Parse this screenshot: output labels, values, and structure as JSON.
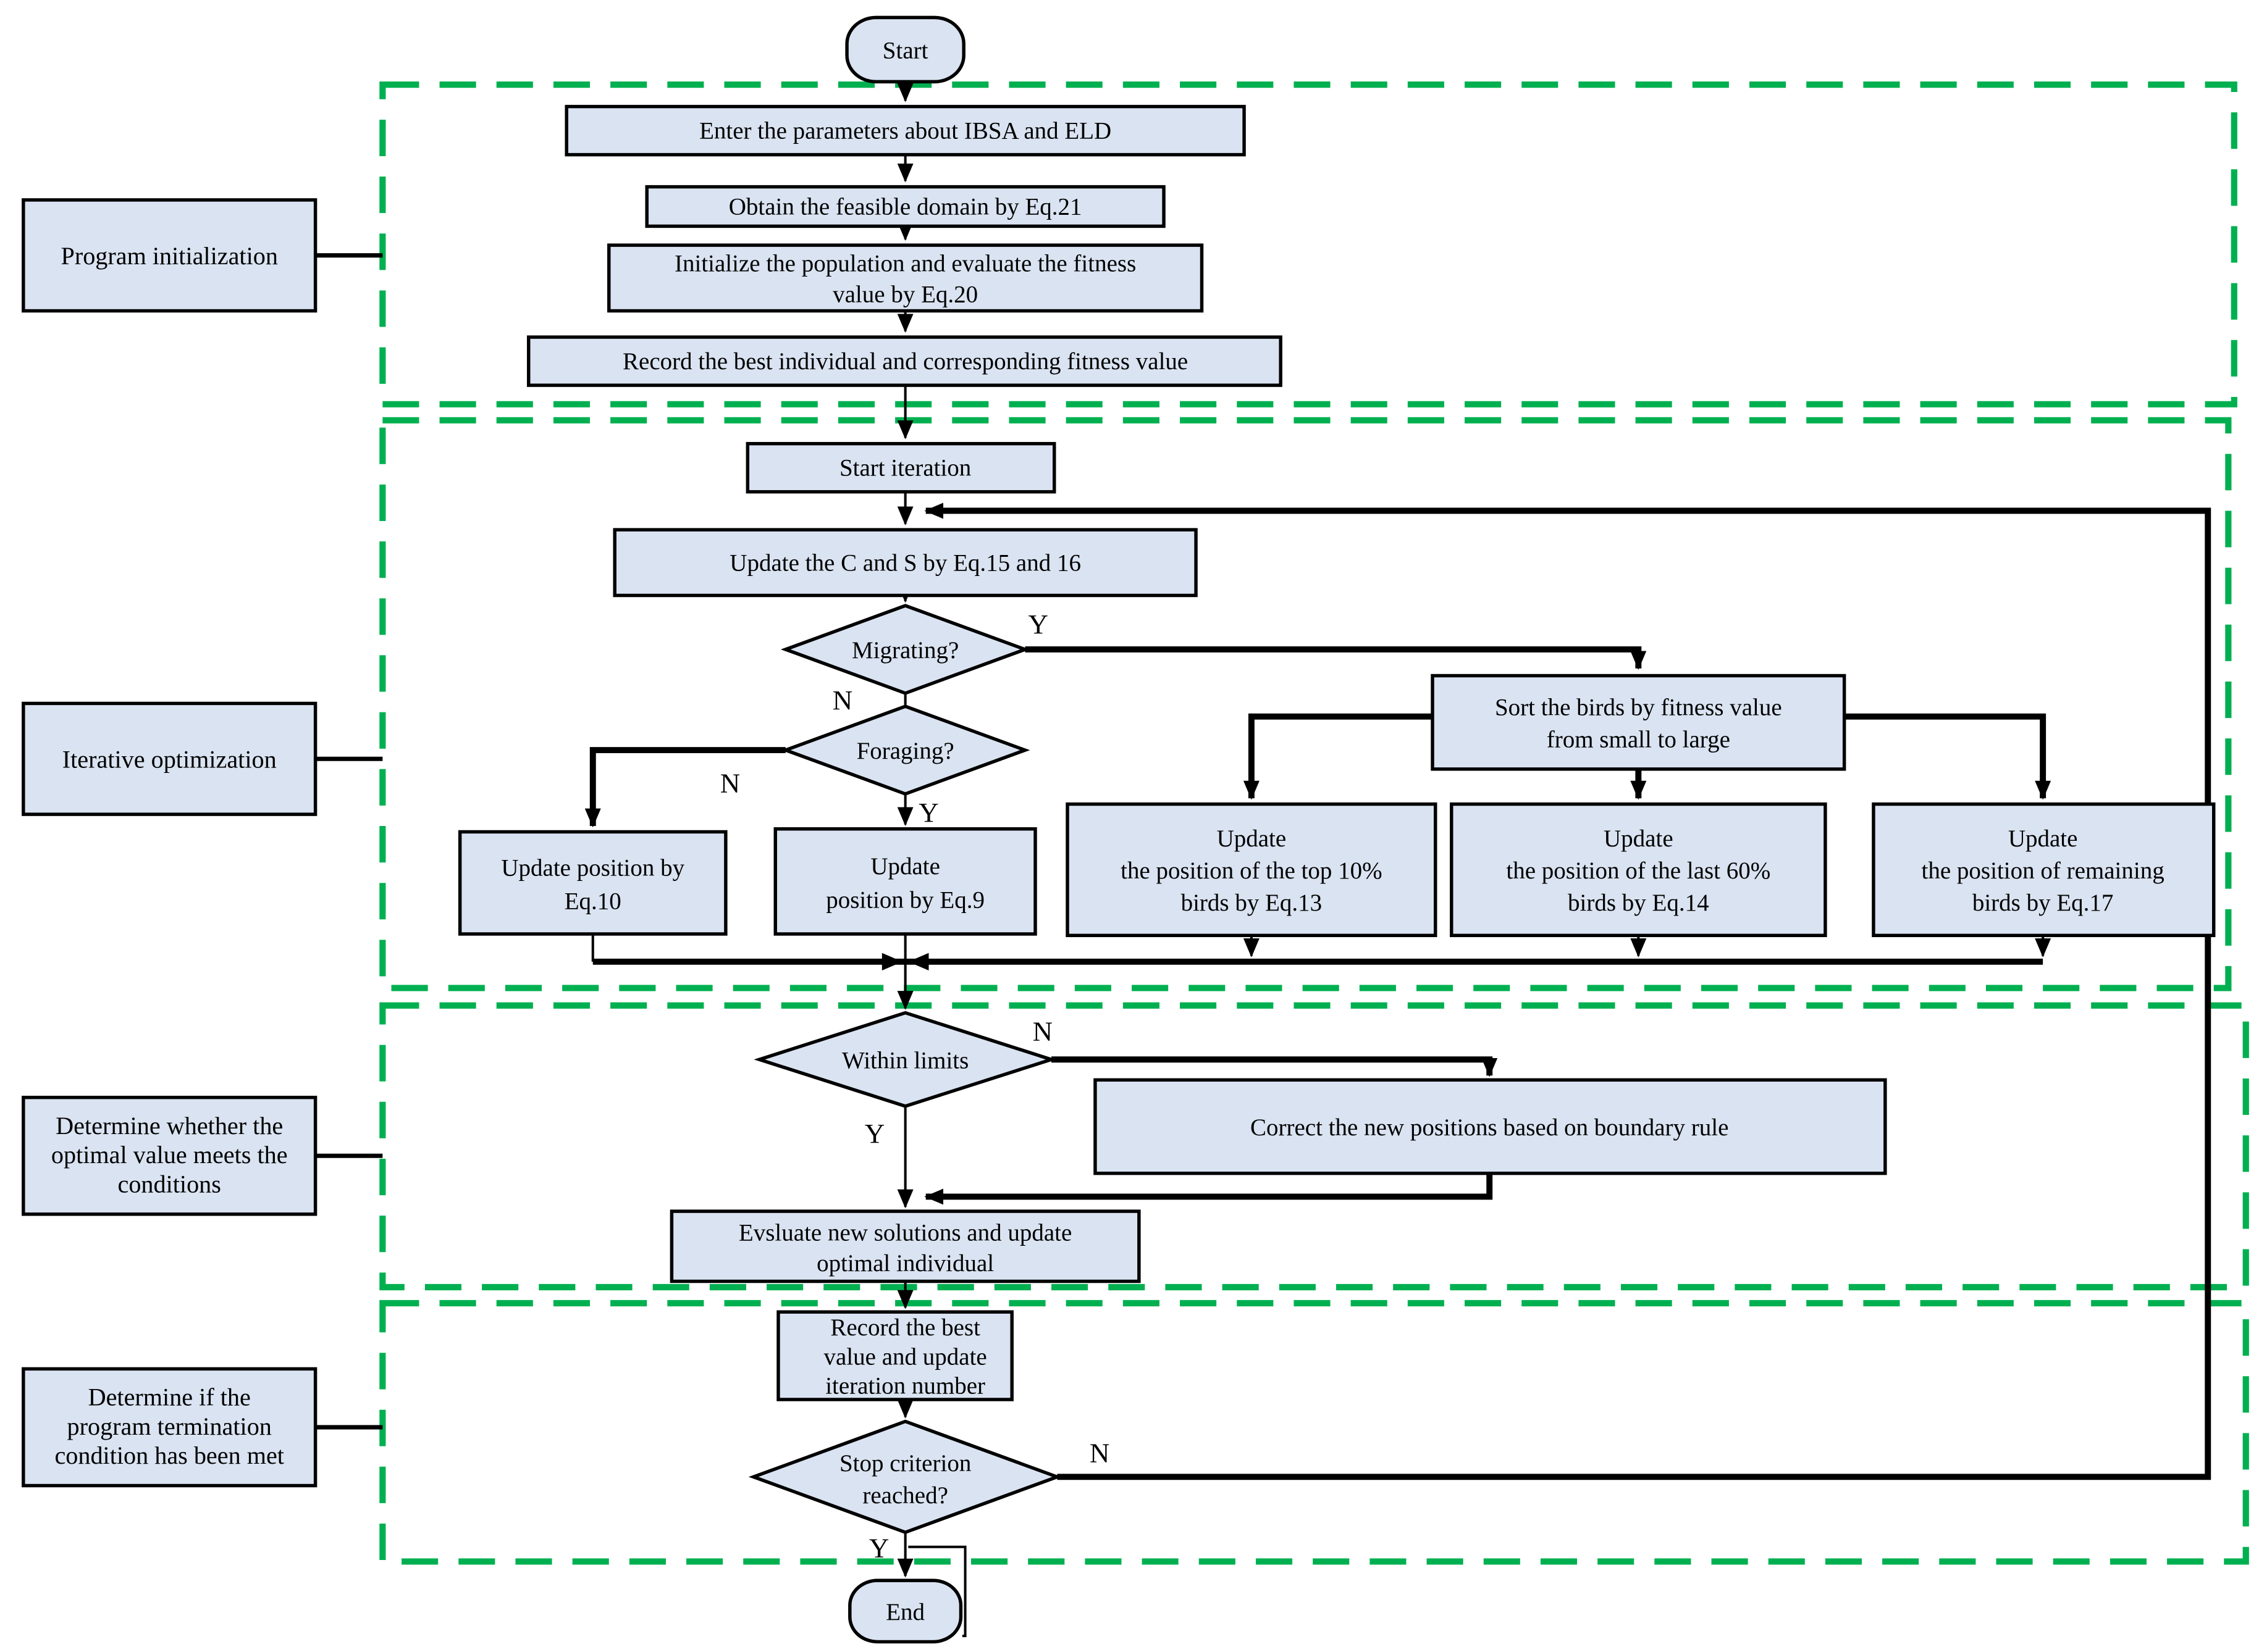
{
  "colors": {
    "node_fill": "#dae3f1",
    "line": "#000000",
    "green": "#00b050",
    "page_bg": "#ffffff"
  },
  "flowchart": {
    "terminators": {
      "start": "Start",
      "end": "End"
    },
    "phase_labels": [
      {
        "lines": [
          "Program initialization"
        ]
      },
      {
        "lines": [
          "Iterative optimization"
        ]
      },
      {
        "lines": [
          "Determine whether the",
          "optimal value meets the",
          "conditions"
        ]
      },
      {
        "lines": [
          "Determine if the",
          "program termination",
          "condition has been met"
        ]
      }
    ],
    "nodes": {
      "enter_params": {
        "lines": [
          "Enter the parameters about IBSA and ELD"
        ]
      },
      "feasible_domain": {
        "lines": [
          "Obtain the feasible domain by Eq.21"
        ]
      },
      "init_population": {
        "lines": [
          "Initialize the population and evaluate the fitness",
          "value by Eq.20"
        ]
      },
      "record_best": {
        "lines": [
          "Record the best individual and corresponding fitness value"
        ]
      },
      "start_iteration": {
        "lines": [
          "Start iteration"
        ]
      },
      "update_cs": {
        "lines": [
          "Update the C and S by Eq.15 and 16"
        ]
      },
      "migrating": {
        "lines": [
          "Migrating?"
        ]
      },
      "foraging": {
        "lines": [
          "Foraging?"
        ]
      },
      "sort_birds": {
        "lines": [
          "Sort the birds by fitness value",
          "from small to large"
        ]
      },
      "update_eq10": {
        "lines": [
          "Update position by",
          "Eq.10"
        ]
      },
      "update_eq9": {
        "lines": [
          "Update",
          "position by Eq.9"
        ]
      },
      "update_top10": {
        "lines": [
          "Update",
          "the position of the top 10%",
          "birds by Eq.13"
        ]
      },
      "update_last60": {
        "lines": [
          "Update",
          "the position of the last 60%",
          "birds by Eq.14"
        ]
      },
      "update_remaining": {
        "lines": [
          "Update",
          "the position of remaining",
          "birds by Eq.17"
        ]
      },
      "within_limits": {
        "lines": [
          "Within limits"
        ]
      },
      "correct_positions": {
        "lines": [
          "Correct the new positions based on boundary rule"
        ]
      },
      "evaluate_solutions": {
        "lines": [
          "Evsluate new solutions and update",
          "optimal individual"
        ]
      },
      "record_value": {
        "lines": [
          "Record the best",
          "value and update",
          "iteration number"
        ]
      },
      "stop_criterion": {
        "lines": [
          "Stop criterion",
          "reached?"
        ]
      }
    },
    "branch_labels": {
      "migrating_y": "Y",
      "migrating_n": "N",
      "foraging_y": "Y",
      "foraging_n": "N",
      "within_y": "Y",
      "within_n": "N",
      "stop_y": "Y",
      "stop_n": "N"
    }
  }
}
